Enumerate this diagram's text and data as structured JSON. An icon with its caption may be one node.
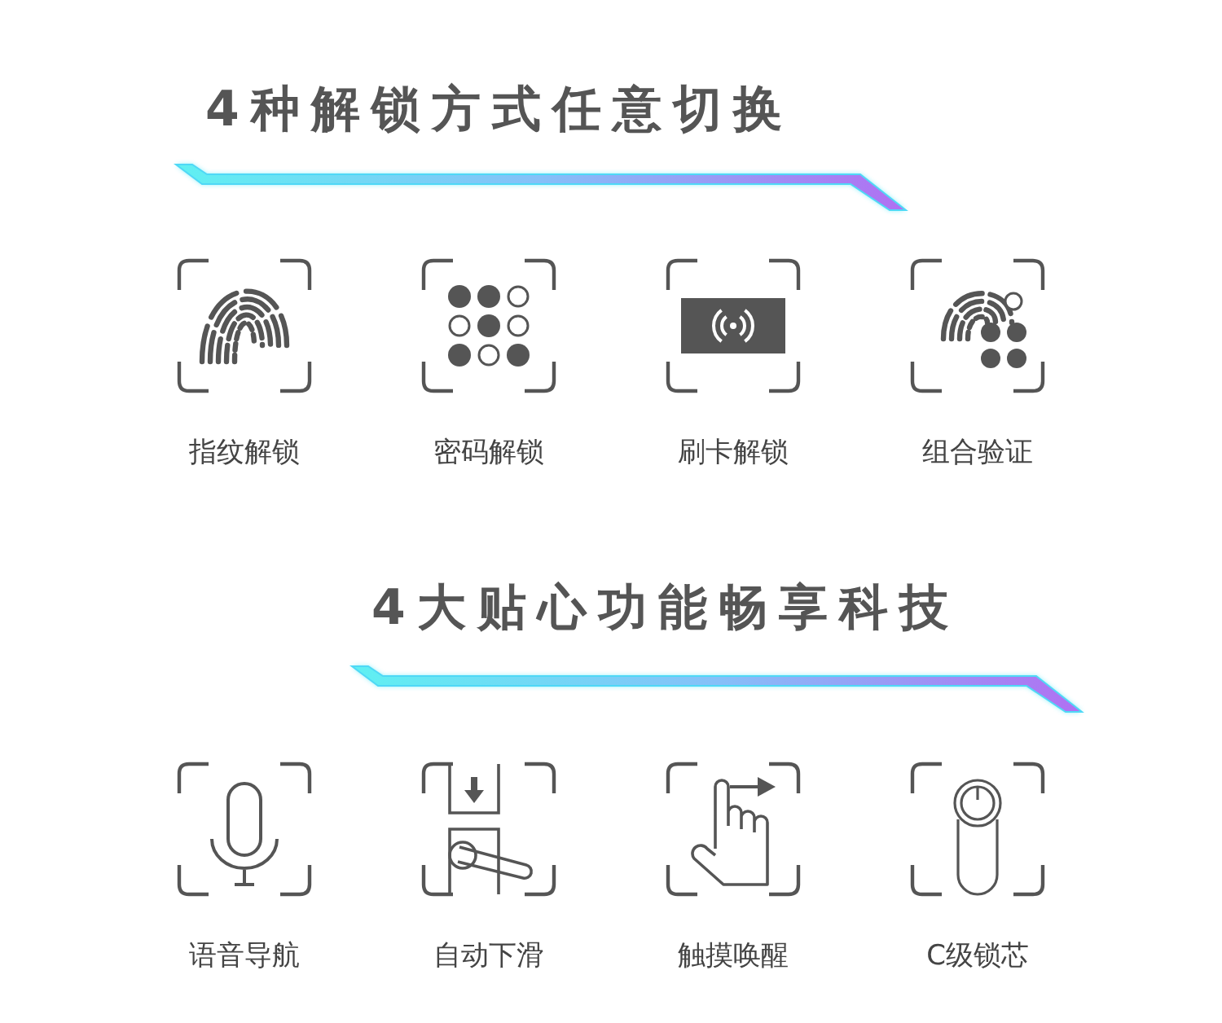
{
  "diagram": {
    "labels": [
      "4种解锁方式任意切换",
      "指纹解锁",
      "密码解锁",
      "刷卡解锁",
      "组合验证",
      "4大贴心功能畅享科技",
      "语音导航",
      "自动下滑",
      "触摸唤醒",
      "C级锁芯"
    ]
  }
}
